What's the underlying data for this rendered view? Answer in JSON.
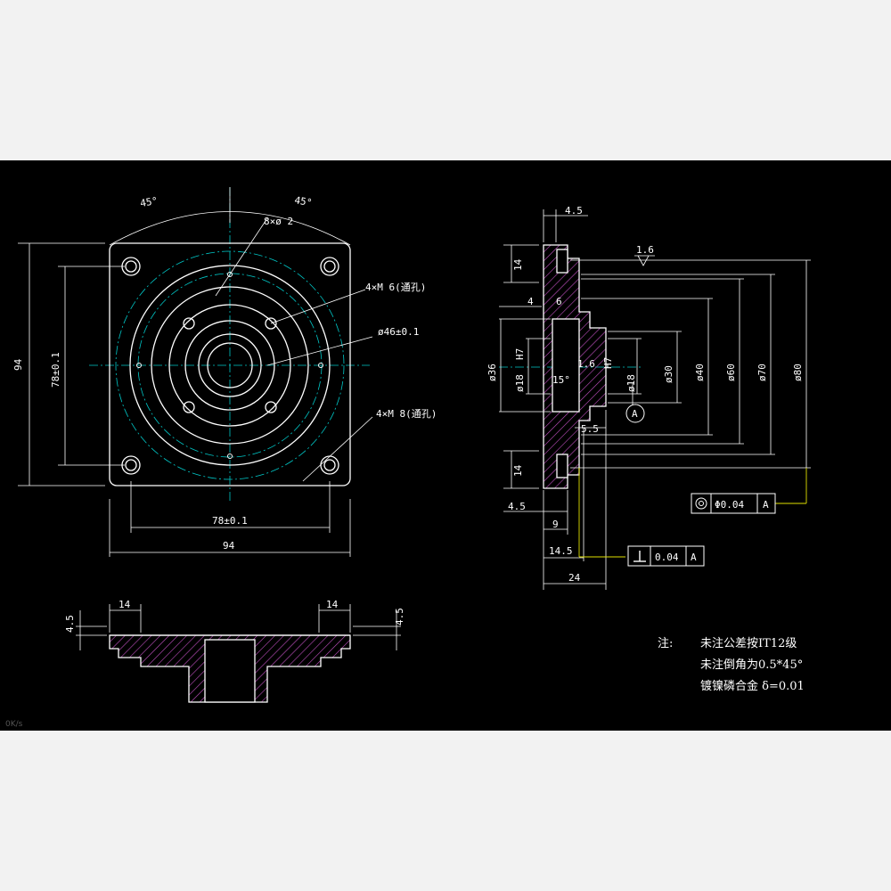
{
  "colors": {
    "background": "#000000",
    "outline": "#ffffff",
    "center": "#00c8c8",
    "hatch": "#c050c0",
    "leader": "#e0e000",
    "page": "#f2f2f2"
  },
  "front_view": {
    "angle_left": "45°",
    "angle_right": "45°",
    "hole_8": "8×ø 2",
    "thread_6": "4×M 6(通孔)",
    "dia_46": "ø46±0.1",
    "thread_8": "4×M 8(通孔)",
    "height_94": "94",
    "height_78": "78±0.1",
    "width_78": "78±0.1",
    "width_94": "94"
  },
  "bottom_view": {
    "dim_14_left": "14",
    "dim_14_right": "14",
    "dim_45_left": "4.5",
    "dim_45_right": "4.5"
  },
  "side_view": {
    "top_45": "4.5",
    "top_14": "14",
    "dim_4": "4",
    "dim_6": "6",
    "rough_16_top": "1.6",
    "rough_16_mid": "1.6",
    "dia_36": "ø36",
    "dia_18_left": "ø18",
    "tol_left": "H7",
    "dia_18_right": "ø18",
    "tol_right": "H7",
    "dia_30": "ø30",
    "dia_40": "ø40",
    "dia_60": "ø60",
    "dia_70": "ø70",
    "dia_80": "ø80",
    "deg_15": "15°",
    "datum": "A",
    "dim_55": "5.5",
    "bot_14": "14",
    "bot_45": "4.5",
    "dim_9": "9",
    "dim_145": "14.5",
    "dim_24": "24",
    "fcf1_value": "Φ0.04",
    "fcf1_datum": "A",
    "fcf2_value": "0.04",
    "fcf2_datum": "A"
  },
  "notes": {
    "label": "注:",
    "line1": "未注公差按IT12级",
    "line2": "未注倒角为0.5*45°",
    "line3": "镀镍磷合金 δ=0.01"
  },
  "status": {
    "speed": "0K/s"
  }
}
